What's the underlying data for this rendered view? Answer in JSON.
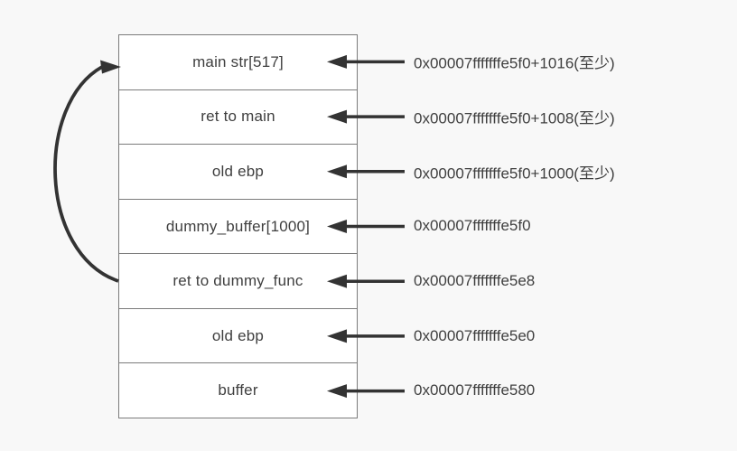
{
  "diagram": {
    "type": "stack-memory-layout",
    "rows": [
      {
        "label": "main str[517]",
        "address": "0x00007fffffffe5f0+1016(至少)"
      },
      {
        "label": "ret to main",
        "address": "0x00007fffffffe5f0+1008(至少)"
      },
      {
        "label": "old ebp",
        "address": "0x00007fffffffe5f0+1000(至少)"
      },
      {
        "label": "dummy_buffer[1000]",
        "address": "0x00007fffffffe5f0"
      },
      {
        "label": "ret to dummy_func",
        "address": "0x00007fffffffe5e8"
      },
      {
        "label": "old ebp",
        "address": "0x00007fffffffe5e0"
      },
      {
        "label": "buffer",
        "address": "0x00007fffffffe580"
      }
    ],
    "loop_arrow": {
      "from_row": "ret to dummy_func",
      "to_row": "main str[517]"
    },
    "colors": {
      "background": "#f8f8f8",
      "box_fill": "#ffffff",
      "box_border": "#7b7b7b",
      "arrow": "#333333",
      "text": "#3f3f3f"
    }
  }
}
